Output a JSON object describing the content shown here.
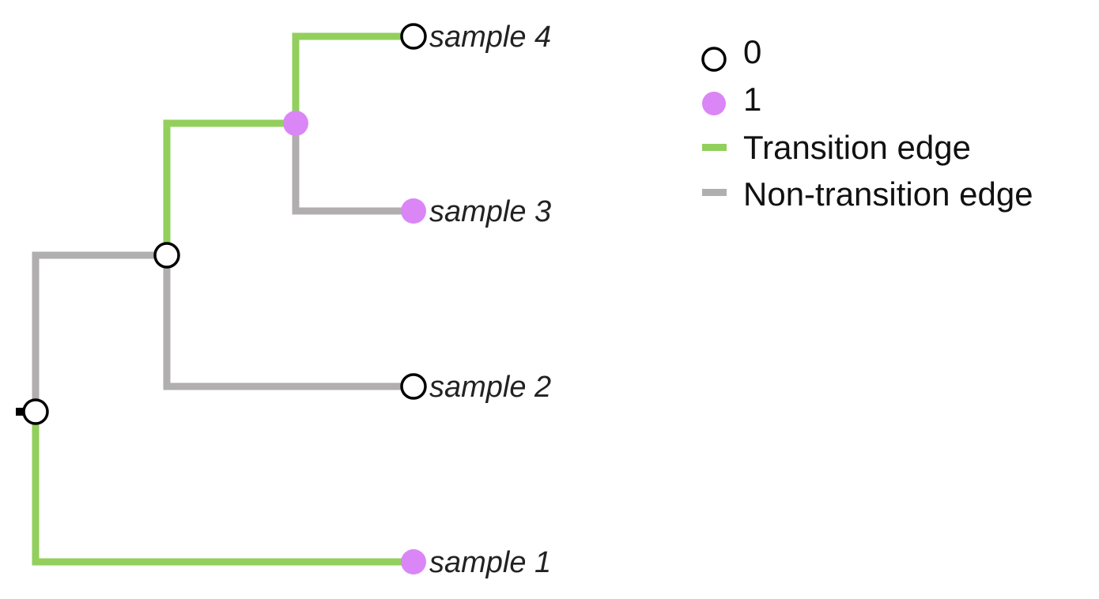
{
  "colors": {
    "transition_edge": "#92cf5c",
    "non_transition_edge": "#b0aeae",
    "state_0_fill": "#ffffff",
    "state_0_stroke": "#000000",
    "state_1_fill": "#da86f7",
    "root_stub": "#000000"
  },
  "tree": {
    "leaves": [
      {
        "id": "s4",
        "label": "sample 4",
        "state": "0"
      },
      {
        "id": "s3",
        "label": "sample 3",
        "state": "1"
      },
      {
        "id": "s2",
        "label": "sample 2",
        "state": "0"
      },
      {
        "id": "s1",
        "label": "sample 1",
        "state": "1"
      }
    ],
    "internal_nodes": [
      {
        "id": "n34",
        "state": "1"
      },
      {
        "id": "n234",
        "state": "0"
      },
      {
        "id": "root",
        "state": "0"
      }
    ],
    "edges": [
      {
        "from": "n34",
        "to": "s4",
        "type": "transition"
      },
      {
        "from": "n34",
        "to": "s3",
        "type": "non-transition"
      },
      {
        "from": "n234",
        "to": "n34",
        "type": "transition"
      },
      {
        "from": "n234",
        "to": "s2",
        "type": "non-transition"
      },
      {
        "from": "root",
        "to": "n234",
        "type": "non-transition"
      },
      {
        "from": "root",
        "to": "s1",
        "type": "transition"
      }
    ]
  },
  "legend": {
    "items": [
      {
        "kind": "node",
        "state": "0",
        "label": "0"
      },
      {
        "kind": "node",
        "state": "1",
        "label": "1"
      },
      {
        "kind": "edge",
        "type": "transition",
        "label": "Transition edge"
      },
      {
        "kind": "edge",
        "type": "non-transition",
        "label": "Non-transition edge"
      }
    ]
  }
}
